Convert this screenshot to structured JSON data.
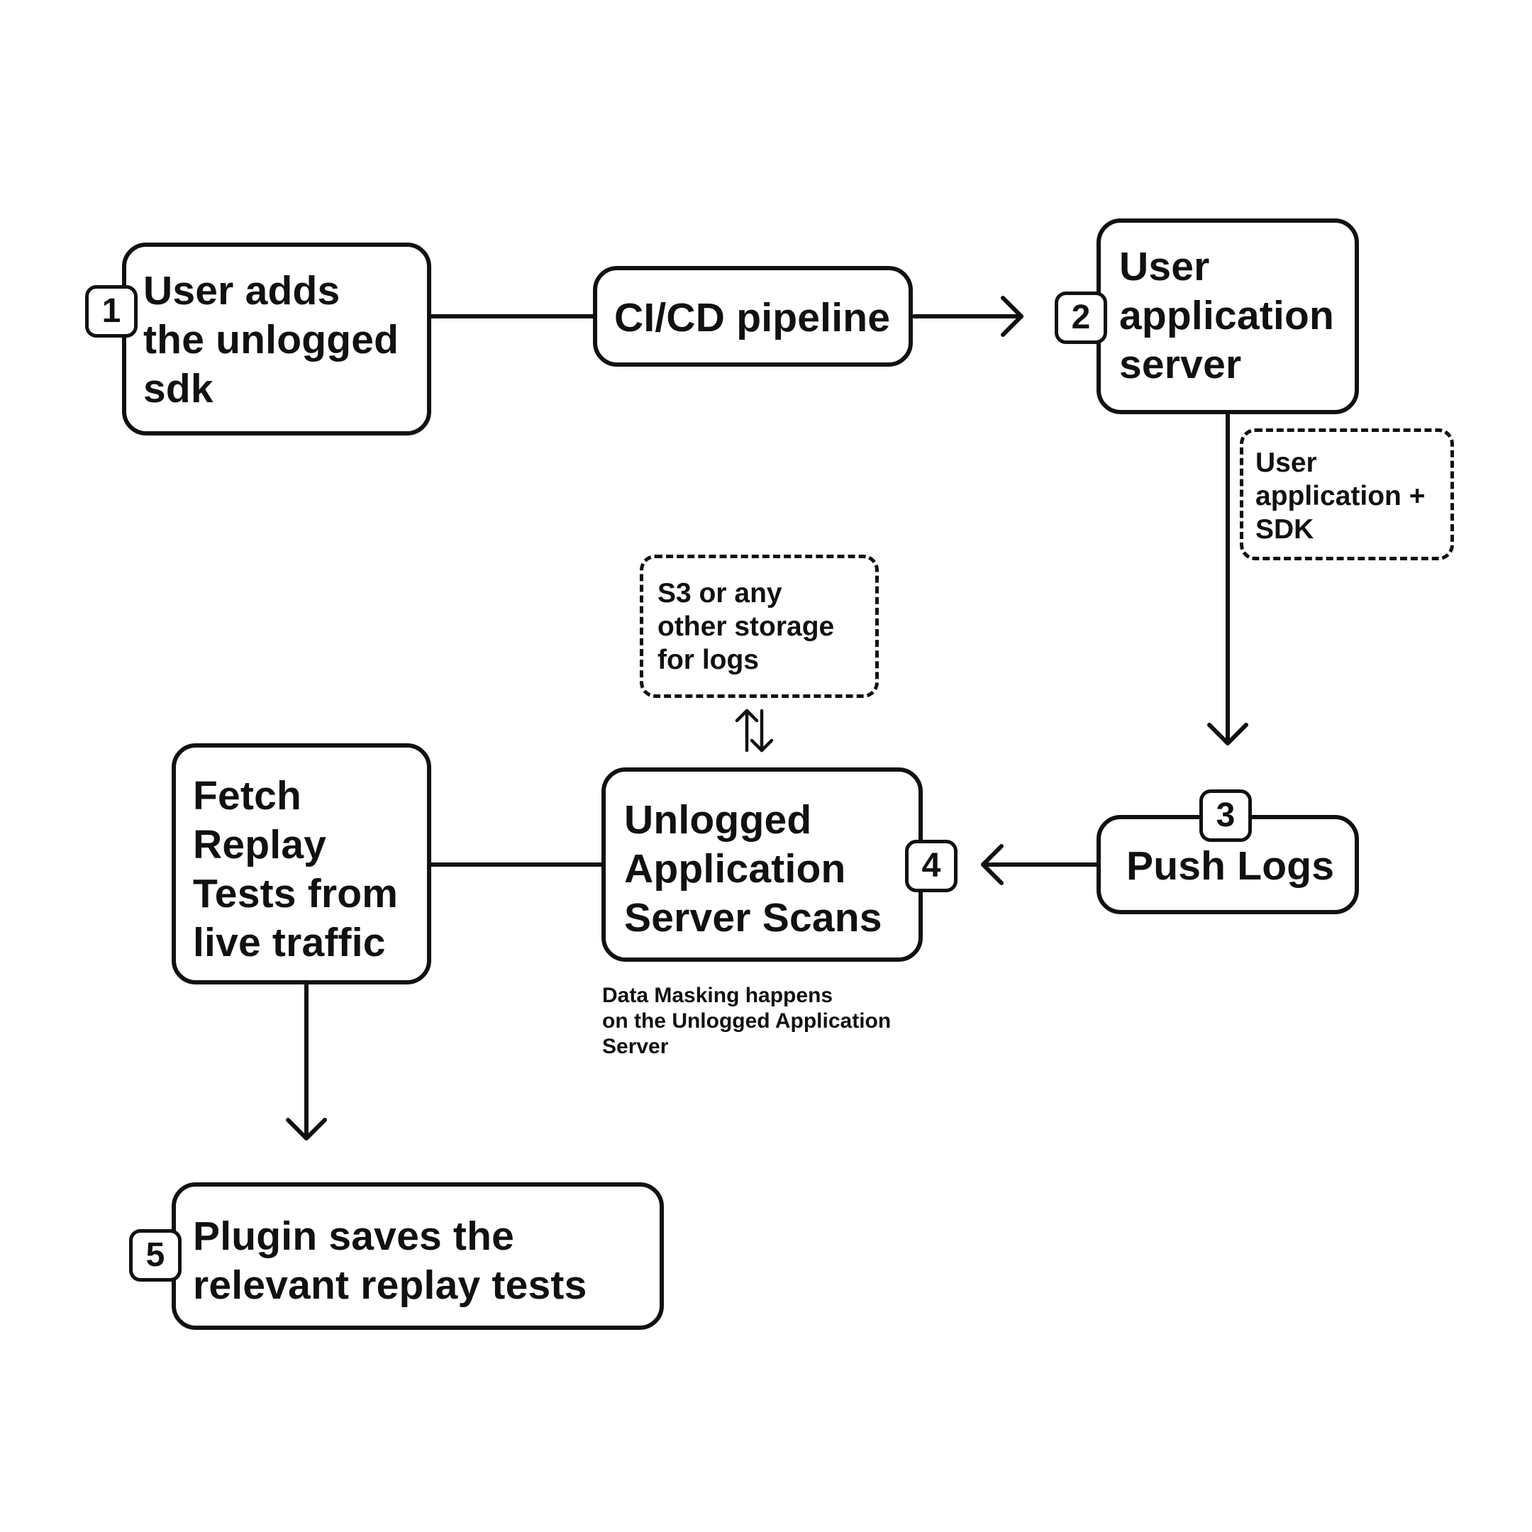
{
  "nodes": {
    "sdk": "User adds\nthe unlogged\nsdk",
    "cicd": "CI/CD pipeline",
    "app_server": "User\napplication\nserver",
    "push_logs": "Push Logs",
    "unlogged_server": "Unlogged\nApplication\nServer Scans",
    "fetch": "Fetch\nReplay\nTests from\nlive traffic",
    "plugin": "Plugin saves the\nrelevant replay tests"
  },
  "notes": {
    "app_sdk": "User\napplication +\nSDK",
    "storage": "S3 or any\nother storage\nfor logs"
  },
  "badges": {
    "step1": "1",
    "step2": "2",
    "step3": "3",
    "step4": "4",
    "step5": "5"
  },
  "captions": {
    "masking": "Data Masking happens\non the Unlogged Application\nServer"
  }
}
